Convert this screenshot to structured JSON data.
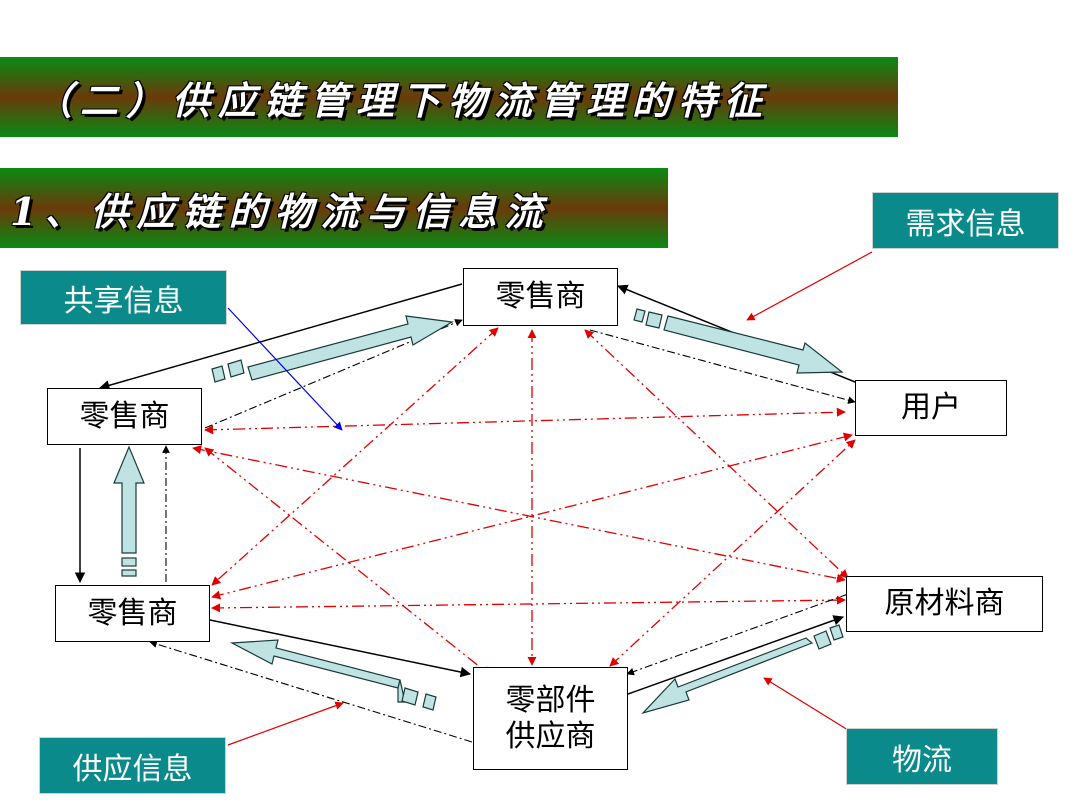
{
  "titles": {
    "main": "（二）供应链管理下物流管理的特征",
    "sub": "1、供应链的物流与信息流"
  },
  "nodes": {
    "retailer_top": "零售商",
    "retailer_left": "零售商",
    "retailer_bottom": "零售商",
    "user": "用户",
    "raw_material": "原材料商",
    "parts_supplier_line1": "零部件",
    "parts_supplier_line2": "供应商"
  },
  "labels": {
    "demand_info": "需求信息",
    "shared_info": "共享信息",
    "supply_info": "供应信息",
    "logistics": "物流"
  },
  "colors": {
    "title_bg_green": "#0a8a14",
    "title_bg_brown": "#6b3a0a",
    "label_bg": "#0a8a8a",
    "info_line": "#e00000",
    "flow_arrow": "#bfe3e3",
    "shared_pointer": "#0000ee"
  }
}
